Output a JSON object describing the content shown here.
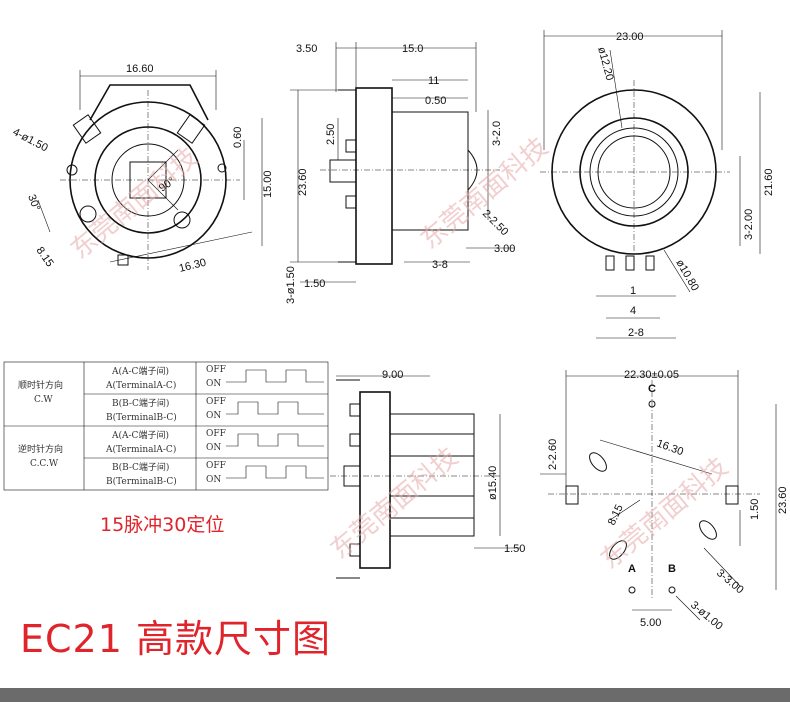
{
  "front_view": {
    "dims": [
      "16.60",
      "4-ø1.50",
      "0.60",
      "15.00",
      "90°",
      "30°",
      "8.15",
      "16.30"
    ]
  },
  "side_view": {
    "dims": [
      "3.50",
      "15.0",
      "11",
      "0.50",
      "2.50",
      "3-2.0",
      "23.60",
      "2-2.50",
      "3.00",
      "3-ø1.50",
      "1.50",
      "3-8"
    ]
  },
  "back_view": {
    "dims": [
      "23.00",
      "ø12.20",
      "21.60",
      "3-2.00",
      "ø10.80",
      "1",
      "4",
      "2-8"
    ]
  },
  "timing_table": {
    "rows": [
      {
        "direction": "顺时针方向",
        "sub": "C.W",
        "lines": [
          "A(A-C端子间)",
          "A(TerminalA-C)",
          "B(B-C端子间)",
          "B(TerminalB-C)"
        ]
      },
      {
        "direction": "逆时针方向",
        "sub": "C.C.W",
        "lines": [
          "A(A-C端子间)",
          "A(TerminalA-C)",
          "B(B-C端子间)",
          "B(TerminalB-C)"
        ]
      }
    ],
    "state_labels": [
      "OFF",
      "ON"
    ]
  },
  "section_view": {
    "dims": [
      "9.00",
      "ø15.40",
      "1.50"
    ]
  },
  "footprint": {
    "dims": [
      "22.30±0.05",
      "2-2.60",
      "16.30",
      "23.60",
      "8.15",
      "1.50",
      "3-3.00",
      "5.00",
      "3-ø1.00"
    ],
    "pins": [
      "A",
      "B",
      "C"
    ]
  },
  "subtitle": "15脉冲30定位",
  "title": "EC21 高款尺寸图",
  "watermark": "东莞南面科技"
}
